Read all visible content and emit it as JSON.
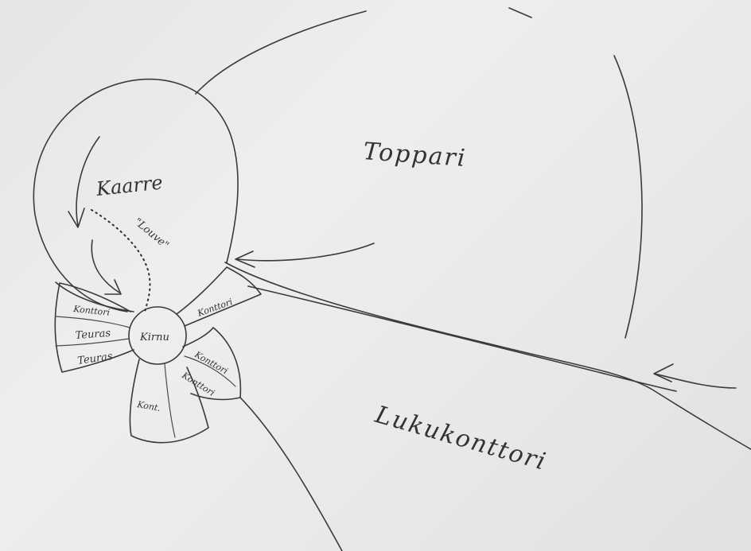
{
  "labels": {
    "toppari": "Toppari",
    "lukukonttori": "Lukukonttori",
    "kaarre": "Kaarre",
    "louve": "\"Louve\"",
    "kirnu": "Kirnu",
    "konttori_top_left": "Konttori",
    "teuras_1": "Teuras",
    "teuras_2": "Teuras",
    "konttori_right_top": "Konttori",
    "konttori_right_1": "Konttori",
    "konttori_right_2": "Konttori",
    "kont_bottom": "Kont."
  },
  "colors": {
    "paper": "#ebeae8",
    "ink": "#3a3a3a"
  }
}
